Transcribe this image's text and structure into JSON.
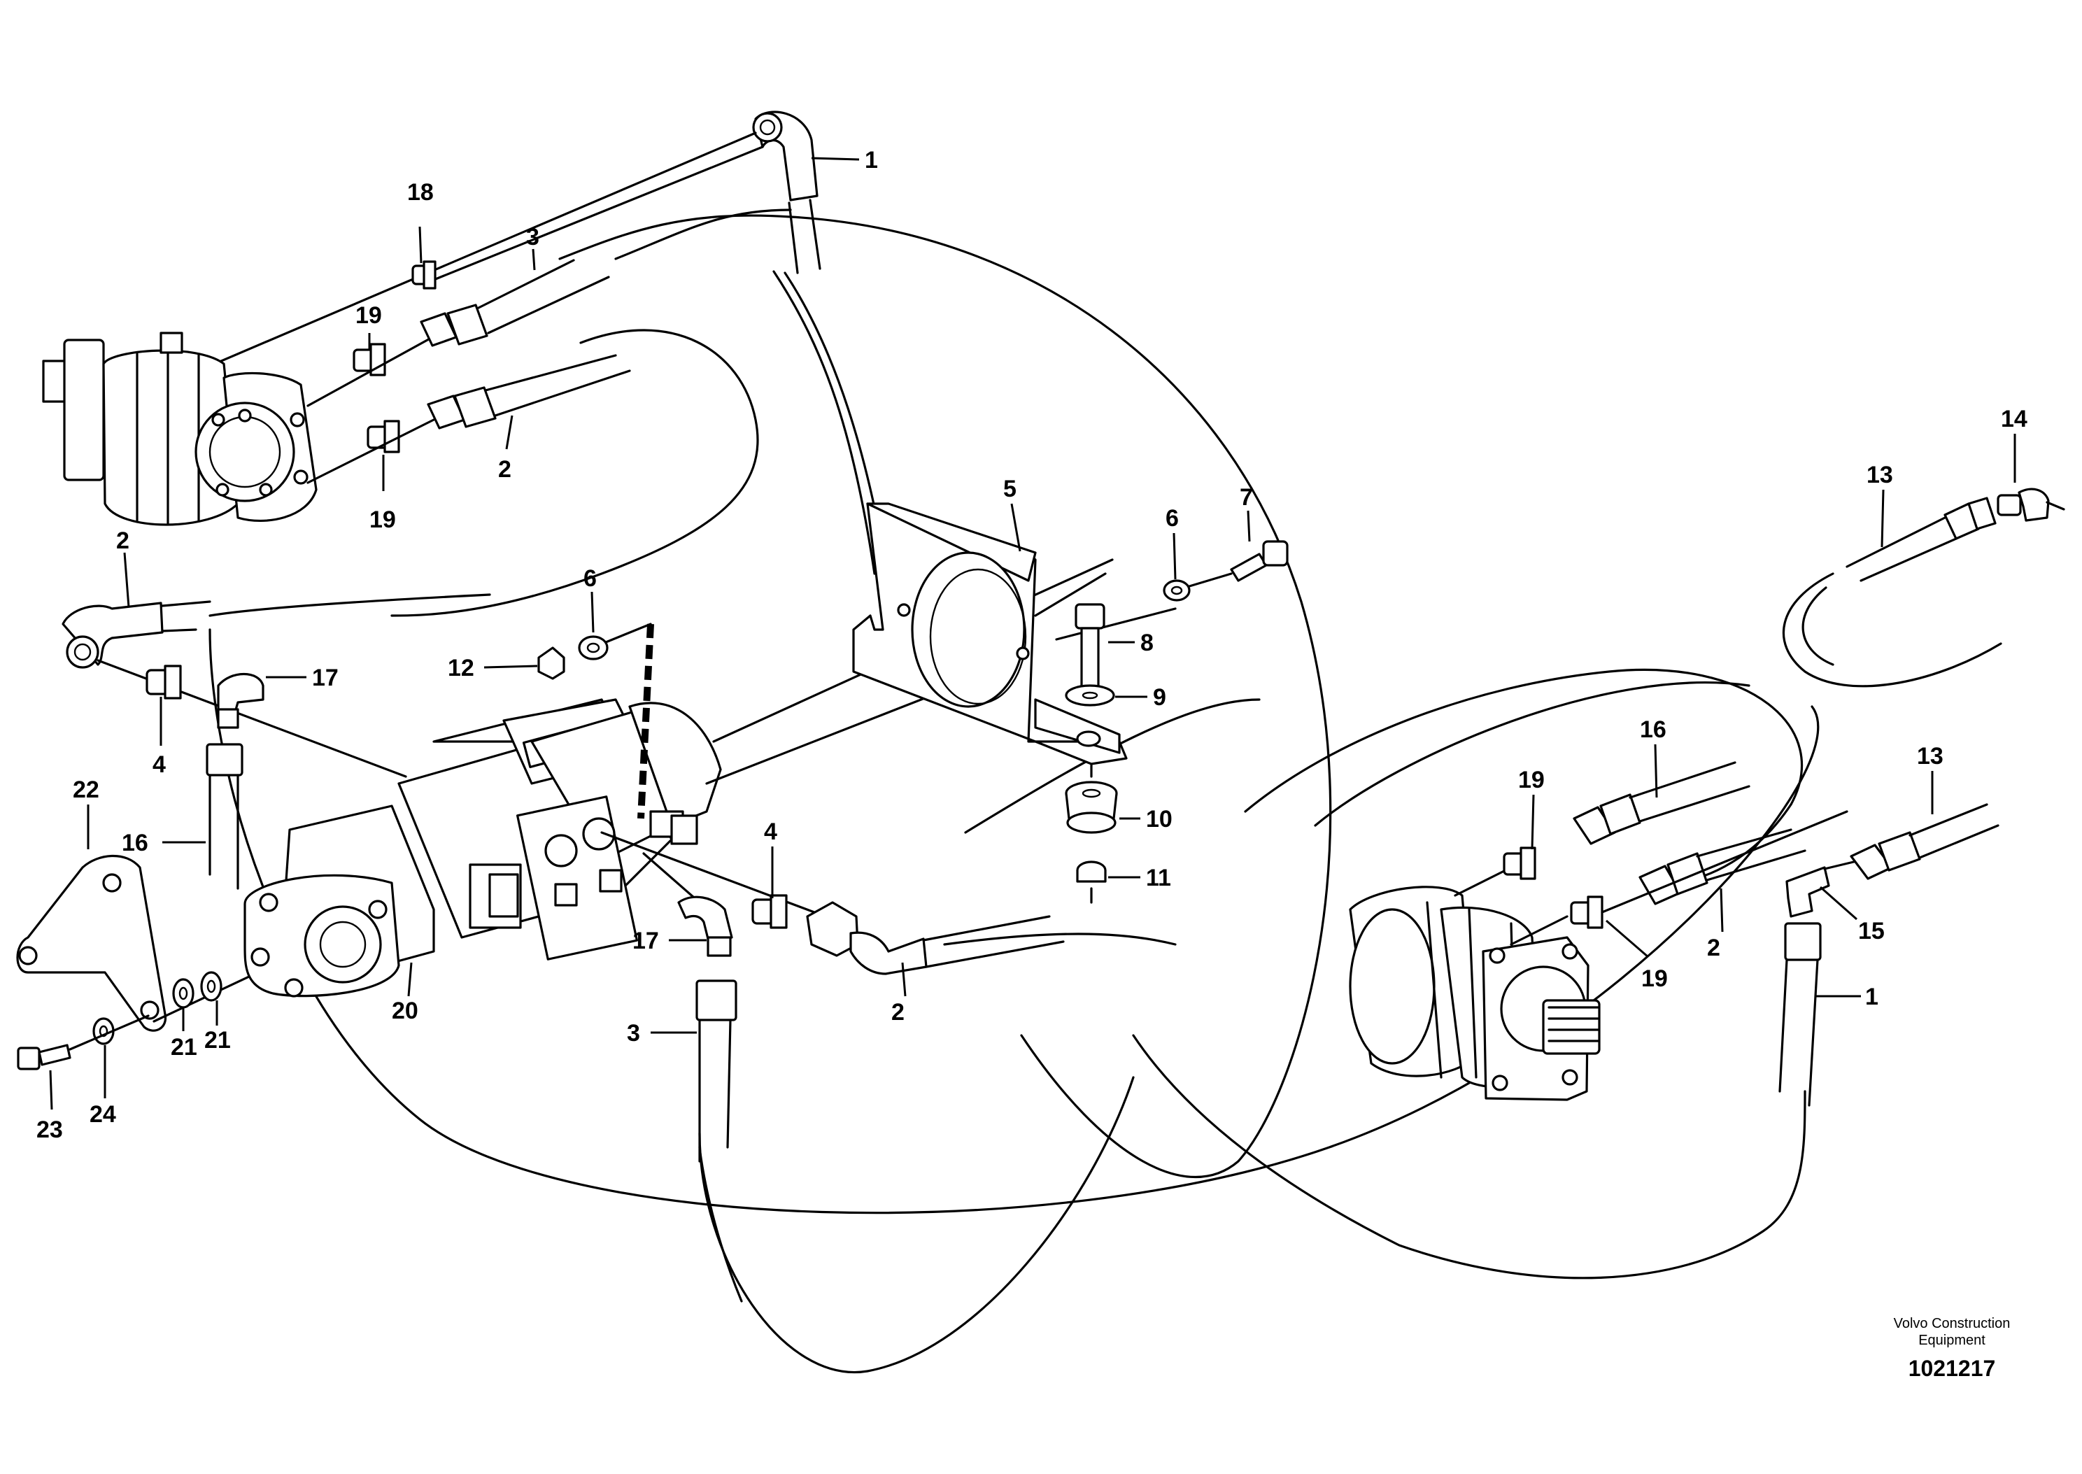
{
  "drawing": {
    "brand_line1": "Volvo Construction",
    "brand_line2": "Equipment",
    "number": "1021217"
  },
  "callouts": [
    "1",
    "3",
    "18",
    "19",
    "2",
    "19",
    "5",
    "6",
    "7",
    "14",
    "13",
    "2",
    "6",
    "12",
    "17",
    "8",
    "9",
    "4",
    "22",
    "16",
    "16",
    "19",
    "13",
    "10",
    "4",
    "11",
    "15",
    "17",
    "20",
    "2",
    "19",
    "3",
    "2",
    "1",
    "21",
    "21",
    "23",
    "24"
  ]
}
